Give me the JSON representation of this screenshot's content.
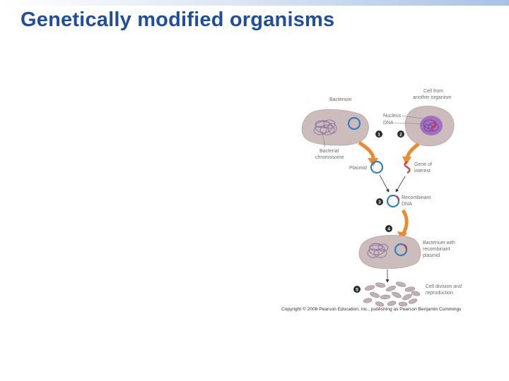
{
  "slide": {
    "title": "Genetically modified organisms"
  },
  "diagram": {
    "labels": {
      "bacterium": "Bacterium",
      "cell_from_line1": "Cell from",
      "cell_from_line2": "another organism",
      "nucleus": "Nucleus",
      "dna": "DNA",
      "bacterial_chromosome_line1": "Bacterial",
      "bacterial_chromosome_line2": "chromosome",
      "plasmid": "Plasmid",
      "gene_line1": "Gene of",
      "gene_line2": "interest",
      "recombinant_line1": "Recombinant",
      "recombinant_line2": "DNA",
      "bacterium_with_line1": "Bacterium with",
      "bacterium_with_line2": "recombinant",
      "bacterium_with_line3": "plasmid",
      "cell_division_line1": "Cell division and",
      "cell_division_line2": "reproduction"
    },
    "steps": [
      "1",
      "2",
      "3",
      "4",
      "5"
    ],
    "copyright": "Copyright © 2008 Pearson Education, Inc., publishing as Pearson Benjamin Cummings",
    "colors": {
      "cell_fill": "#cdbcbc",
      "chromosome": "#8c6fa0",
      "plasmid": "#2e7fc4",
      "gene": "#d2383a",
      "arrow": "#ee8a2e",
      "nucleus": "#9a62c2",
      "step_circle": "#2b2b2b",
      "title": "#1f4e9d"
    }
  }
}
